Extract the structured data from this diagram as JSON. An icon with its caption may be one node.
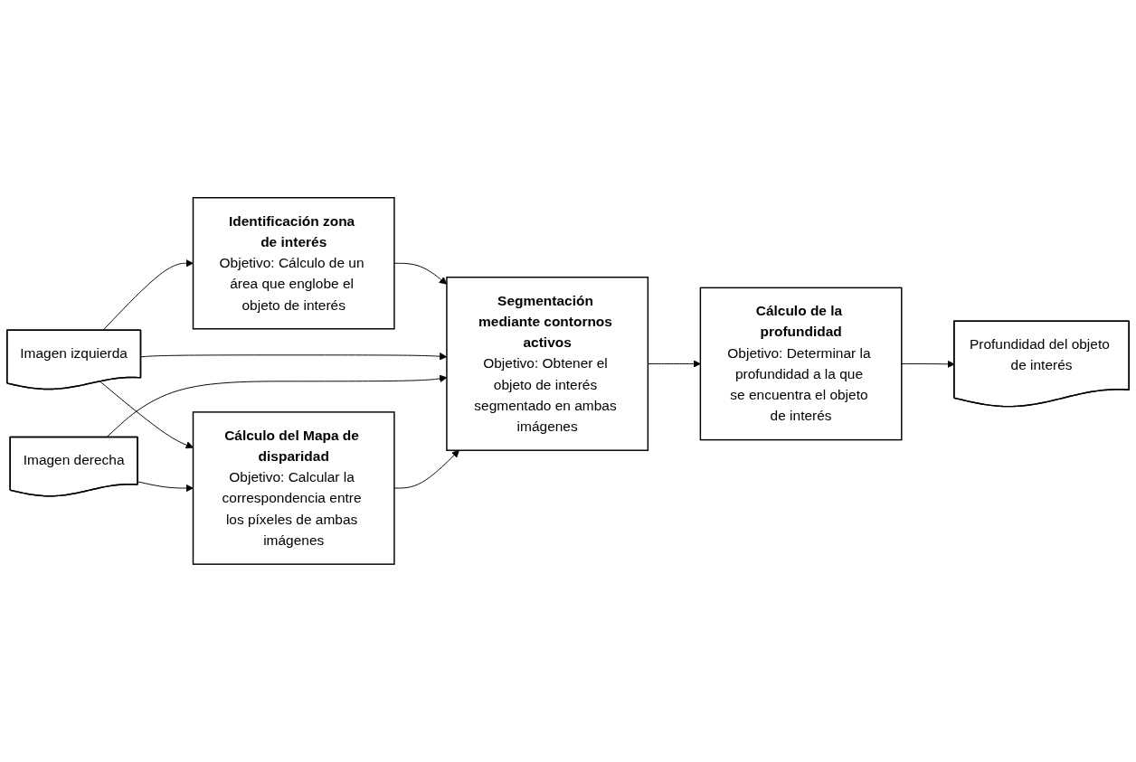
{
  "diagram": {
    "nodes": [
      {
        "text": [
          "Imagen izquierda"
        ]
      },
      {
        "text": [
          "Identificación zona de interés",
          "Objetivo: Cálculo de un área que englobe el objeto de interés"
        ]
      },
      {
        "text": [
          "Segmentación mediante contornos activos",
          "Objetivo: Obtener el objeto de interés segmentado en ambas imágenes"
        ]
      },
      {
        "text": [
          "Cálculo de la profundidad",
          "Objetivo: Determinar la profundidad a la que se encuentra el objeto de interés"
        ]
      },
      {
        "text": [
          "Profundidad del objeto de interés"
        ]
      },
      {
        "text": [
          "Imagen derecha"
        ]
      },
      {
        "text": [
          "Cálculo del Mapa de disparidad",
          "Objetivo: Calcular la correspondencia entre los píxeles de ambas imágenes"
        ]
      }
    ],
    "edges": [
      {
        "from": 0,
        "to": 1,
        "arrow": "to"
      },
      {
        "from": 0,
        "to": 6,
        "arrow": "to"
      },
      {
        "from": 1,
        "to": 2,
        "arrow": "to"
      },
      {
        "from": 0,
        "to": 2,
        "arrow": "to"
      },
      {
        "from": 5,
        "to": 2,
        "arrow": "to"
      },
      {
        "from": 5,
        "to": 6,
        "arrow": "to"
      },
      {
        "from": 6,
        "to": 2,
        "arrow": "to"
      },
      {
        "from": 2,
        "to": 3,
        "arrow": "to"
      },
      {
        "from": 3,
        "to": 4,
        "arrow": "to"
      }
    ]
  }
}
